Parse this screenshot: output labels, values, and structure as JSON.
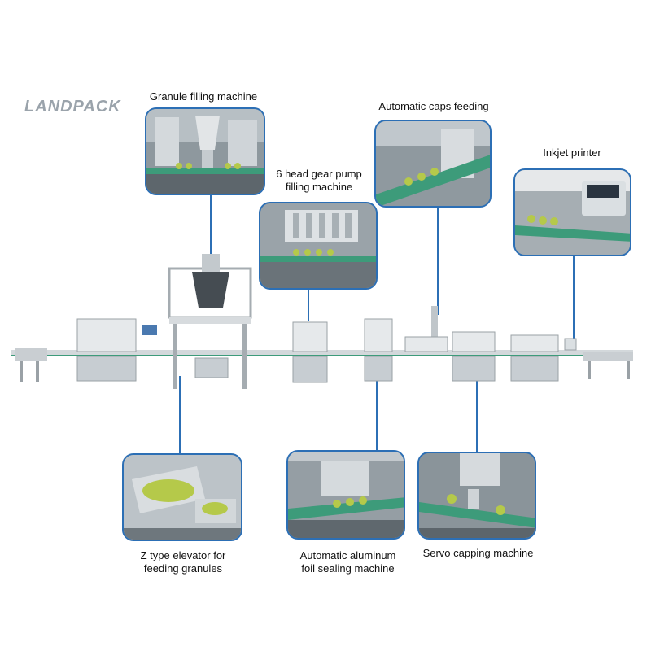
{
  "brand": {
    "logo_text": "LANDPACK"
  },
  "stations": [
    {
      "id": "granule",
      "label_lines": [
        "Granule filling machine"
      ]
    },
    {
      "id": "gear-pump",
      "label_lines": [
        "6 head gear pump",
        "filling machine"
      ]
    },
    {
      "id": "caps",
      "label_lines": [
        "Automatic caps feeding"
      ]
    },
    {
      "id": "inkjet",
      "label_lines": [
        "Inkjet printer"
      ]
    },
    {
      "id": "elevator",
      "label_lines": [
        "Z type elevator for",
        "feeding granules"
      ]
    },
    {
      "id": "foil",
      "label_lines": [
        "Automatic aluminum",
        "foil sealing machine"
      ]
    },
    {
      "id": "servo",
      "label_lines": [
        "Servo capping machine"
      ]
    }
  ],
  "colors": {
    "accent": "#2c6fb5",
    "steel": "#c7cdd2",
    "conveyor": "#3d9b7a",
    "granule": "#b5c94a"
  }
}
